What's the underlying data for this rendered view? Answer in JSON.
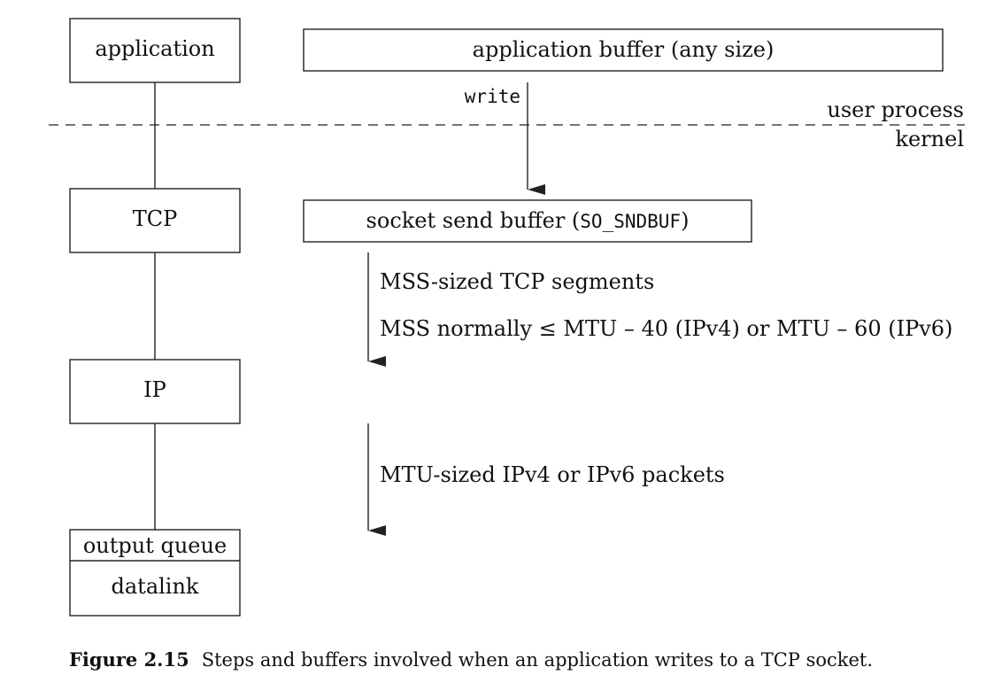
{
  "layers": {
    "application": "application",
    "tcp": "TCP",
    "ip": "IP",
    "output_queue": "output queue",
    "datalink": "datalink"
  },
  "buffers": {
    "application_buffer": "application buffer (any size)",
    "socket_send_buffer_prefix": "socket send buffer (",
    "socket_send_buffer_option": "SO_SNDBUF",
    "socket_send_buffer_suffix": ")"
  },
  "boundary": {
    "user_process": "user process",
    "kernel": "kernel"
  },
  "flows": {
    "write": "write",
    "mss_segments": "MSS-sized TCP segments",
    "mss_note": "MSS normally ≤ MTU – 40 (IPv4) or MTU – 60 (IPv6)",
    "mtu_packets": "MTU-sized IPv4 or IPv6 packets"
  },
  "caption": {
    "number": "Figure 2.15",
    "text": "Steps and buffers involved when an application writes to a TCP socket."
  }
}
